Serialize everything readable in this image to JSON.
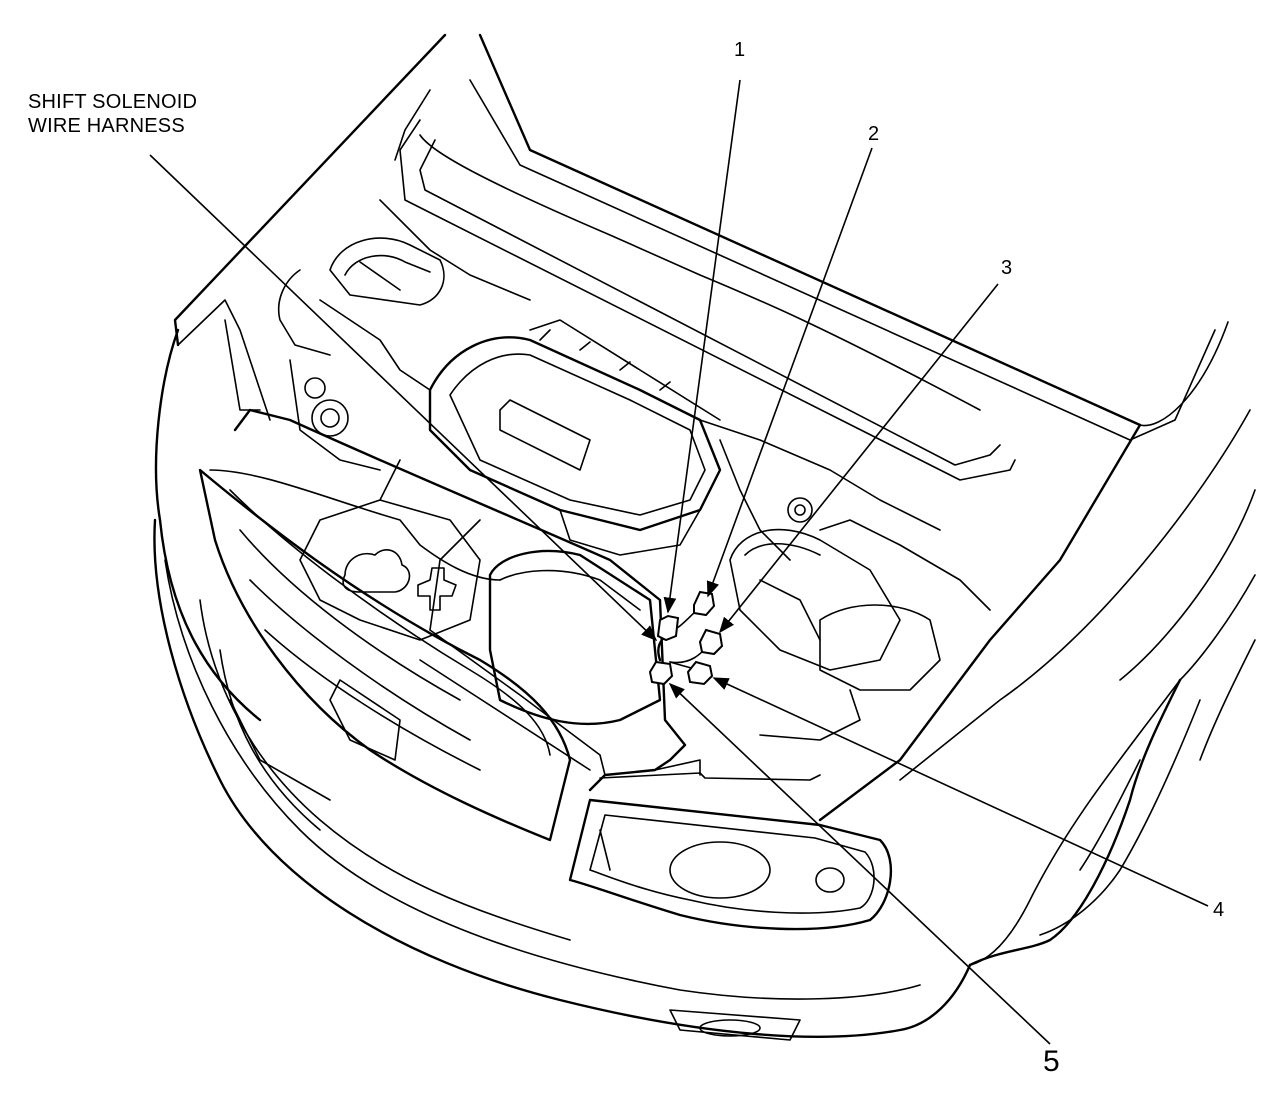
{
  "harness_label_lines": [
    "SHIFT SOLENOID",
    "WIRE HARNESS"
  ],
  "callouts": [
    "1",
    "2",
    "3",
    "4",
    "5"
  ]
}
